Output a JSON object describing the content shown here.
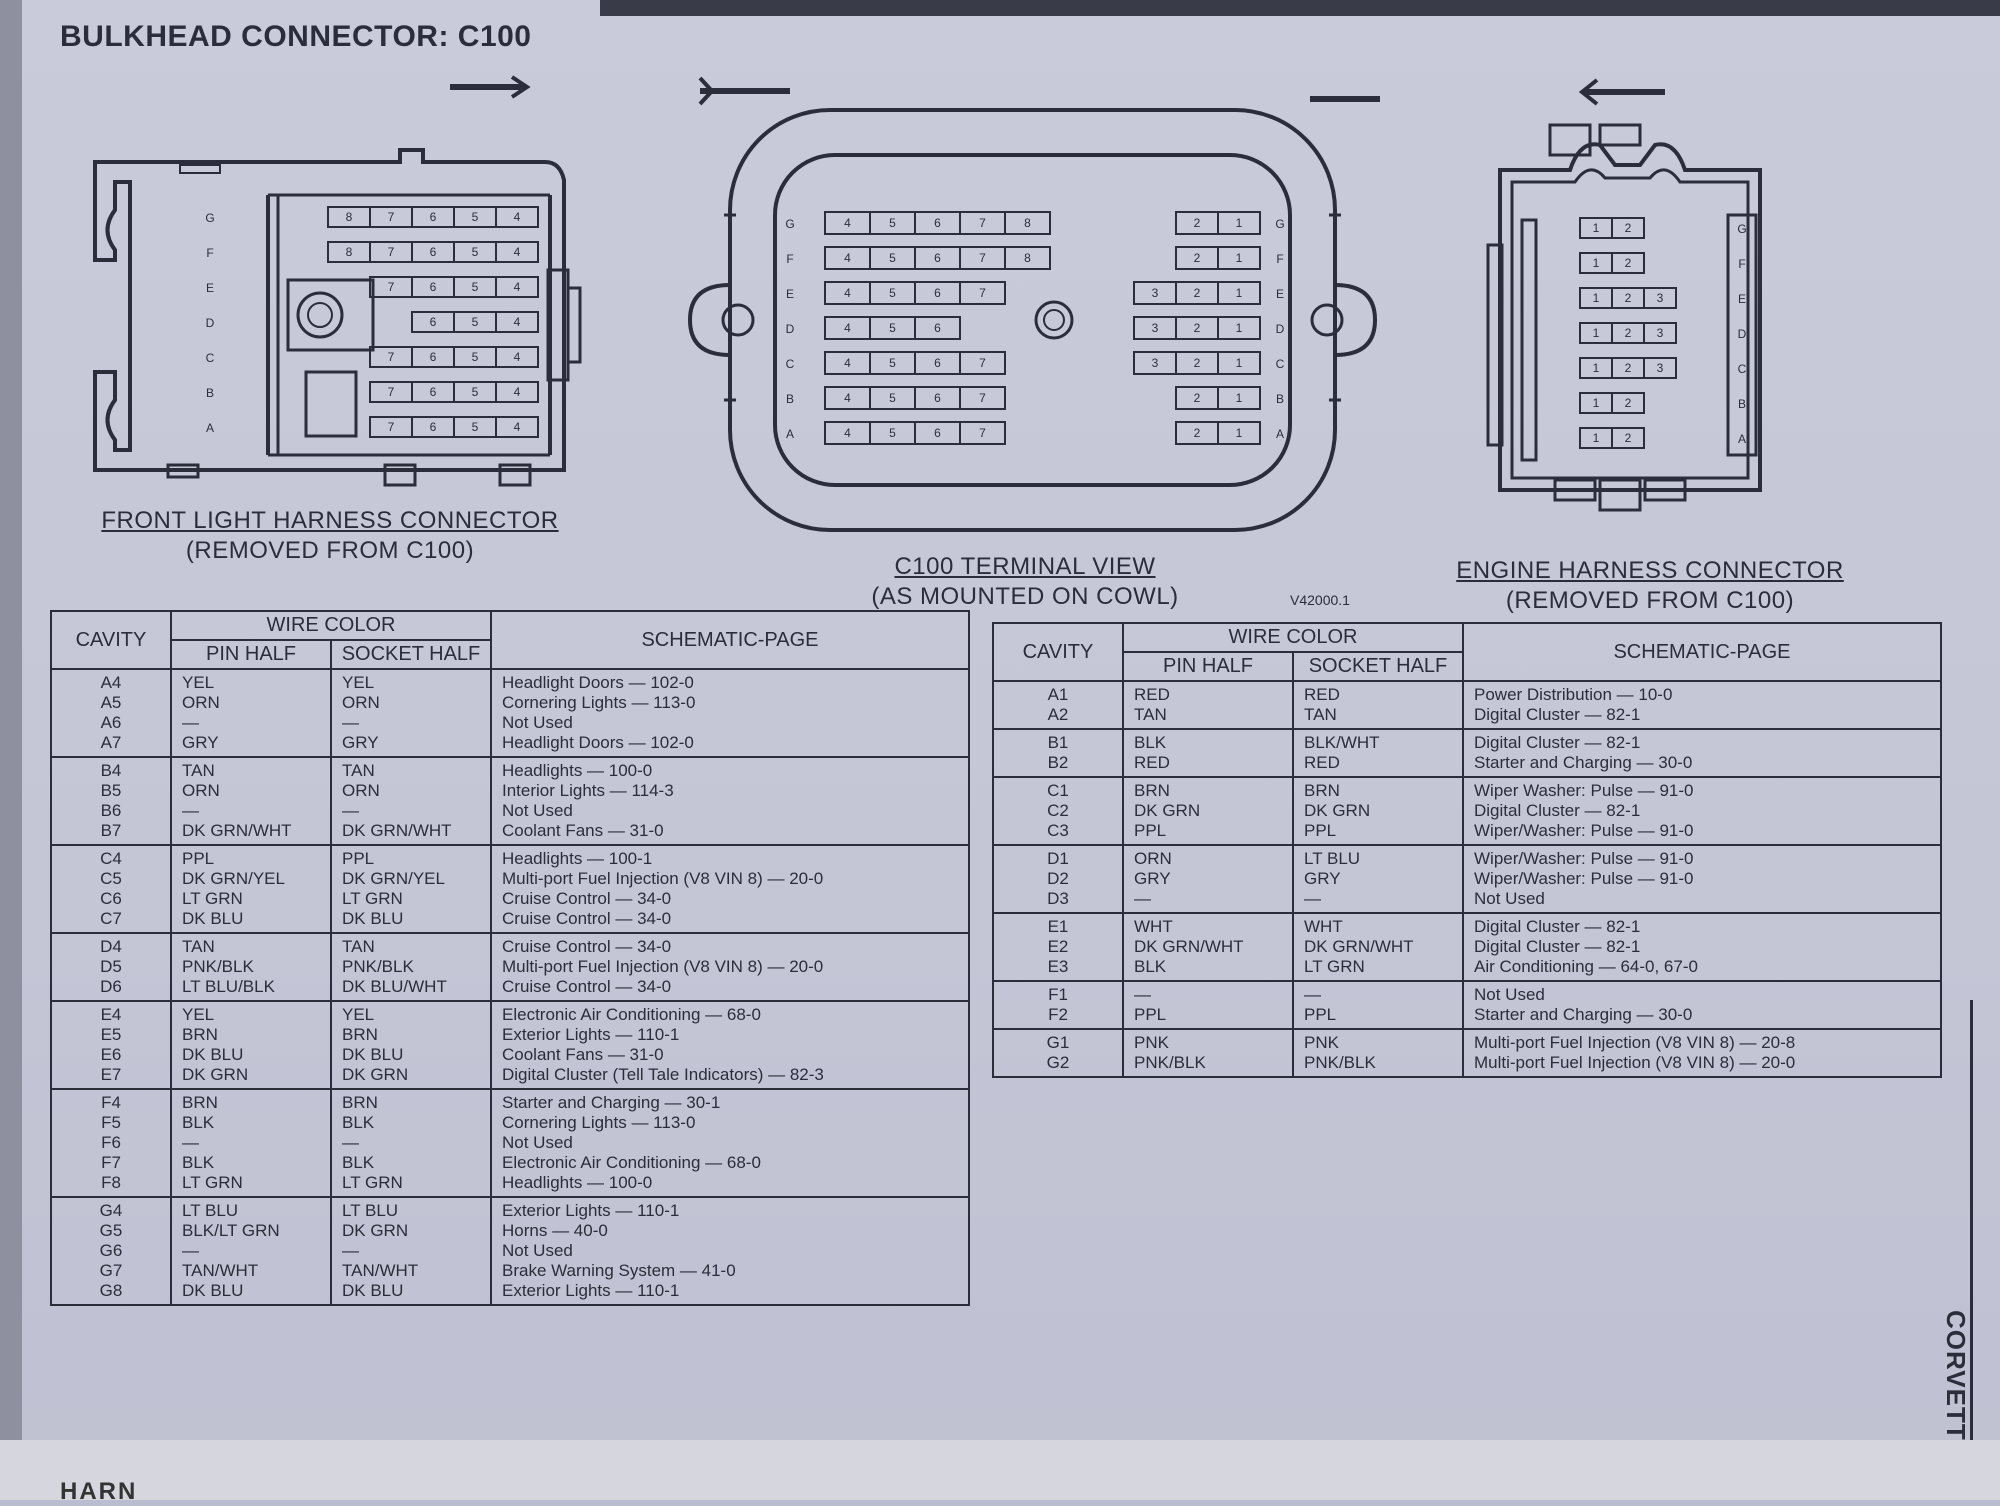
{
  "header": {
    "title": "BULKHEAD CONNECTOR: C100"
  },
  "side_label": "CORVETTE",
  "bottom_text": "HARN",
  "captions": {
    "front": {
      "line1": "FRONT LIGHT HARNESS CONNECTOR",
      "line2": "(REMOVED FROM C100)"
    },
    "terminal": {
      "line1": "C100 TERMINAL VIEW",
      "line2": "(AS MOUNTED ON COWL)"
    },
    "engine": {
      "line1": "ENGINE HARNESS CONNECTOR",
      "line2": "(REMOVED FROM C100)"
    },
    "code": "V42000.1"
  },
  "connectors": {
    "front": {
      "rows": [
        {
          "label": "G",
          "pins": [
            "8",
            "7",
            "6",
            "5",
            "4"
          ]
        },
        {
          "label": "F",
          "pins": [
            "8",
            "7",
            "6",
            "5",
            "4"
          ]
        },
        {
          "label": "E",
          "pins": [
            "7",
            "6",
            "5",
            "4"
          ]
        },
        {
          "label": "D",
          "pins": [
            "6",
            "5",
            "4"
          ]
        },
        {
          "label": "C",
          "pins": [
            "7",
            "6",
            "5",
            "4"
          ]
        },
        {
          "label": "B",
          "pins": [
            "7",
            "6",
            "5",
            "4"
          ]
        },
        {
          "label": "A",
          "pins": [
            "7",
            "6",
            "5",
            "4"
          ]
        }
      ]
    },
    "terminal": {
      "left_rows": [
        {
          "label": "G",
          "pins": [
            "4",
            "5",
            "6",
            "7",
            "8"
          ]
        },
        {
          "label": "F",
          "pins": [
            "4",
            "5",
            "6",
            "7",
            "8"
          ]
        },
        {
          "label": "E",
          "pins": [
            "4",
            "5",
            "6",
            "7"
          ]
        },
        {
          "label": "D",
          "pins": [
            "4",
            "5",
            "6"
          ]
        },
        {
          "label": "C",
          "pins": [
            "4",
            "5",
            "6",
            "7"
          ]
        },
        {
          "label": "B",
          "pins": [
            "4",
            "5",
            "6",
            "7"
          ]
        },
        {
          "label": "A",
          "pins": [
            "4",
            "5",
            "6",
            "7"
          ]
        }
      ],
      "right_rows": [
        {
          "label": "G",
          "pins": [
            "2",
            "1"
          ]
        },
        {
          "label": "F",
          "pins": [
            "2",
            "1"
          ]
        },
        {
          "label": "E",
          "pins": [
            "3",
            "2",
            "1"
          ]
        },
        {
          "label": "D",
          "pins": [
            "3",
            "2",
            "1"
          ]
        },
        {
          "label": "C",
          "pins": [
            "3",
            "2",
            "1"
          ]
        },
        {
          "label": "B",
          "pins": [
            "2",
            "1"
          ]
        },
        {
          "label": "A",
          "pins": [
            "2",
            "1"
          ]
        }
      ]
    },
    "engine": {
      "rows": [
        {
          "label": "G",
          "pins": [
            "1",
            "2"
          ]
        },
        {
          "label": "F",
          "pins": [
            "1",
            "2"
          ]
        },
        {
          "label": "E",
          "pins": [
            "1",
            "2",
            "3"
          ]
        },
        {
          "label": "D",
          "pins": [
            "1",
            "2",
            "3"
          ]
        },
        {
          "label": "C",
          "pins": [
            "1",
            "2",
            "3"
          ]
        },
        {
          "label": "B",
          "pins": [
            "1",
            "2"
          ]
        },
        {
          "label": "A",
          "pins": [
            "1",
            "2"
          ]
        }
      ]
    }
  },
  "table_headers": {
    "cavity": "CAVITY",
    "wire_color": "WIRE COLOR",
    "pin_half": "PIN HALF",
    "socket_half": "SOCKET HALF",
    "schematic": "SCHEMATIC-PAGE"
  },
  "table_left": [
    {
      "cavities": [
        "A4",
        "A5",
        "A6",
        "A7"
      ],
      "pin": [
        "YEL",
        "ORN",
        "—",
        "GRY"
      ],
      "socket": [
        "YEL",
        "ORN",
        "—",
        "GRY"
      ],
      "schematic": [
        "Headlight Doors — 102-0",
        "Cornering Lights — 113-0",
        "Not Used",
        "Headlight Doors — 102-0"
      ]
    },
    {
      "cavities": [
        "B4",
        "B5",
        "B6",
        "B7"
      ],
      "pin": [
        "TAN",
        "ORN",
        "—",
        "DK GRN/WHT"
      ],
      "socket": [
        "TAN",
        "ORN",
        "—",
        "DK GRN/WHT"
      ],
      "schematic": [
        "Headlights — 100-0",
        "Interior Lights — 114-3",
        "Not Used",
        "Coolant Fans — 31-0"
      ]
    },
    {
      "cavities": [
        "C4",
        "C5",
        "C6",
        "C7"
      ],
      "pin": [
        "PPL",
        "DK GRN/YEL",
        "LT GRN",
        "DK BLU"
      ],
      "socket": [
        "PPL",
        "DK GRN/YEL",
        "LT GRN",
        "DK BLU"
      ],
      "schematic": [
        "Headlights — 100-1",
        "Multi-port Fuel Injection (V8 VIN 8) — 20-0",
        "Cruise Control — 34-0",
        "Cruise Control — 34-0"
      ]
    },
    {
      "cavities": [
        "D4",
        "D5",
        "D6"
      ],
      "pin": [
        "TAN",
        "PNK/BLK",
        "LT BLU/BLK"
      ],
      "socket": [
        "TAN",
        "PNK/BLK",
        "DK BLU/WHT"
      ],
      "schematic": [
        "Cruise Control — 34-0",
        "Multi-port Fuel Injection (V8 VIN 8) — 20-0",
        "Cruise Control — 34-0"
      ]
    },
    {
      "cavities": [
        "E4",
        "E5",
        "E6",
        "E7"
      ],
      "pin": [
        "YEL",
        "BRN",
        "DK BLU",
        "DK GRN"
      ],
      "socket": [
        "YEL",
        "BRN",
        "DK BLU",
        "DK GRN"
      ],
      "schematic": [
        "Electronic Air Conditioning — 68-0",
        "Exterior Lights — 110-1",
        "Coolant Fans — 31-0",
        "Digital Cluster (Tell Tale Indicators) — 82-3"
      ]
    },
    {
      "cavities": [
        "F4",
        "F5",
        "F6",
        "F7",
        "F8"
      ],
      "pin": [
        "BRN",
        "BLK",
        "—",
        "BLK",
        "LT GRN"
      ],
      "socket": [
        "BRN",
        "BLK",
        "—",
        "BLK",
        "LT GRN"
      ],
      "schematic": [
        "Starter and Charging — 30-1",
        "Cornering Lights — 113-0",
        "Not Used",
        "Electronic Air Conditioning — 68-0",
        "Headlights — 100-0"
      ]
    },
    {
      "cavities": [
        "G4",
        "G5",
        "G6",
        "G7",
        "G8"
      ],
      "pin": [
        "LT BLU",
        "BLK/LT GRN",
        "—",
        "TAN/WHT",
        "DK BLU"
      ],
      "socket": [
        "LT BLU",
        "DK GRN",
        "—",
        "TAN/WHT",
        "DK BLU"
      ],
      "schematic": [
        "Exterior Lights — 110-1",
        "Horns — 40-0",
        "Not Used",
        "Brake Warning System — 41-0",
        "Exterior Lights — 110-1"
      ]
    }
  ],
  "table_right": [
    {
      "cavities": [
        "A1",
        "A2"
      ],
      "pin": [
        "RED",
        "TAN"
      ],
      "socket": [
        "RED",
        "TAN"
      ],
      "schematic": [
        "Power Distribution — 10-0",
        "Digital Cluster — 82-1"
      ]
    },
    {
      "cavities": [
        "B1",
        "B2"
      ],
      "pin": [
        "BLK",
        "RED"
      ],
      "socket": [
        "BLK/WHT",
        "RED"
      ],
      "schematic": [
        "Digital Cluster — 82-1",
        "Starter and Charging — 30-0"
      ]
    },
    {
      "cavities": [
        "C1",
        "C2",
        "C3"
      ],
      "pin": [
        "BRN",
        "DK GRN",
        "PPL"
      ],
      "socket": [
        "BRN",
        "DK GRN",
        "PPL"
      ],
      "schematic": [
        "Wiper Washer: Pulse — 91-0",
        "Digital Cluster — 82-1",
        "Wiper/Washer: Pulse — 91-0"
      ]
    },
    {
      "cavities": [
        "D1",
        "D2",
        "D3"
      ],
      "pin": [
        "ORN",
        "GRY",
        "—"
      ],
      "socket": [
        "LT BLU",
        "GRY",
        "—"
      ],
      "schematic": [
        "Wiper/Washer: Pulse — 91-0",
        "Wiper/Washer: Pulse — 91-0",
        "Not Used"
      ]
    },
    {
      "cavities": [
        "E1",
        "E2",
        "E3"
      ],
      "pin": [
        "WHT",
        "DK GRN/WHT",
        "BLK"
      ],
      "socket": [
        "WHT",
        "DK GRN/WHT",
        "LT GRN"
      ],
      "schematic": [
        "Digital Cluster — 82-1",
        "Digital Cluster — 82-1",
        "Air Conditioning — 64-0, 67-0"
      ]
    },
    {
      "cavities": [
        "F1",
        "F2"
      ],
      "pin": [
        "—",
        "PPL"
      ],
      "socket": [
        "—",
        "PPL"
      ],
      "schematic": [
        "Not Used",
        "Starter and Charging — 30-0"
      ]
    },
    {
      "cavities": [
        "G1",
        "G2"
      ],
      "pin": [
        "PNK",
        "PNK/BLK"
      ],
      "socket": [
        "PNK",
        "PNK/BLK"
      ],
      "schematic": [
        "Multi-port Fuel Injection (V8 VIN 8) — 20-8",
        "Multi-port Fuel Injection (V8 VIN 8) — 20-0"
      ]
    }
  ]
}
